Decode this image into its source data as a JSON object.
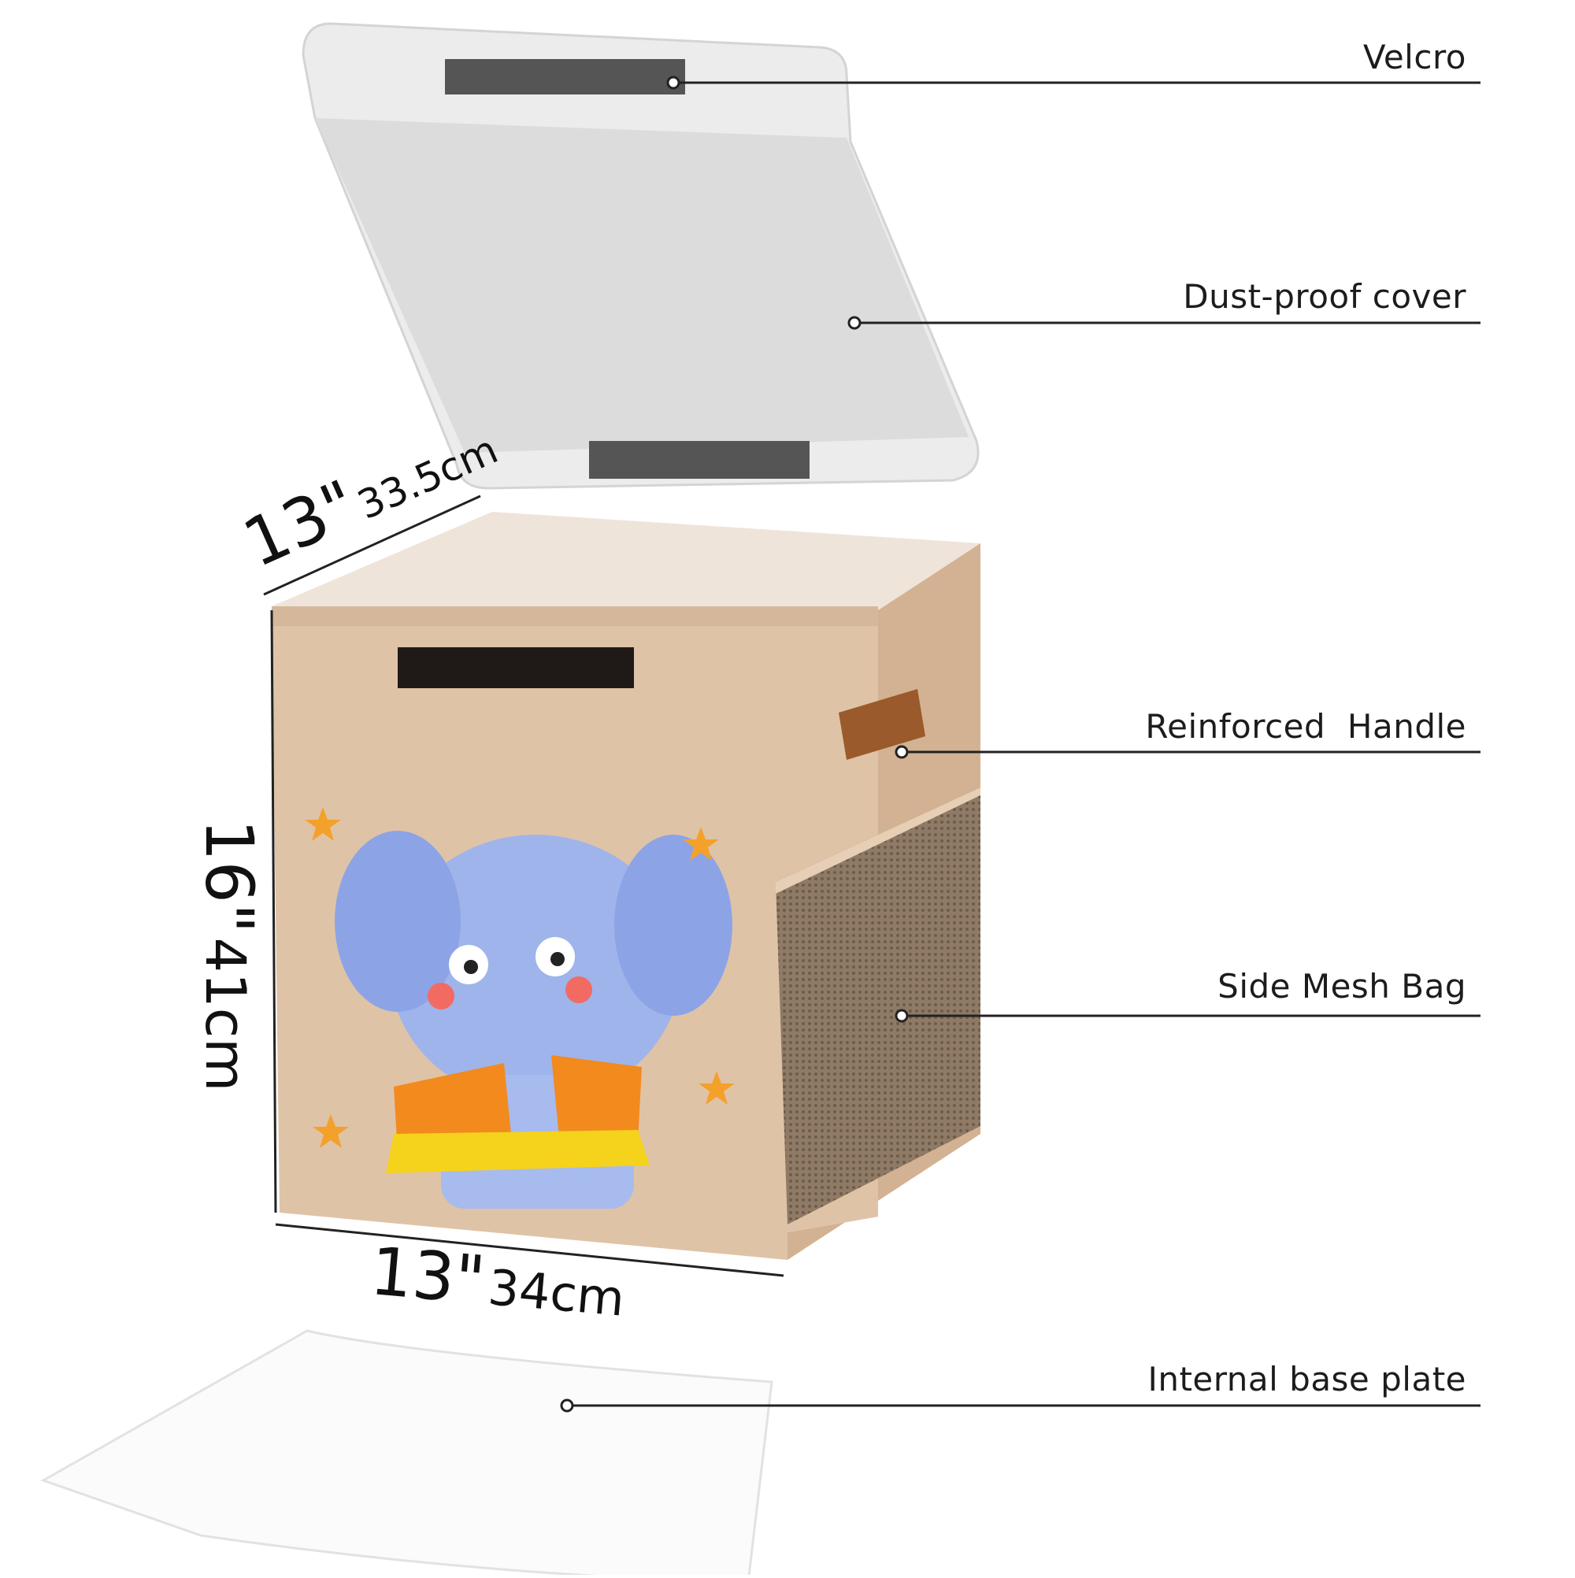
{
  "callouts": [
    {
      "id": "velcro",
      "label": "Velcro"
    },
    {
      "id": "cover",
      "label": "Dust-proof cover"
    },
    {
      "id": "handle",
      "label": "Reinforced  Handle"
    },
    {
      "id": "mesh",
      "label": "Side Mesh Bag"
    },
    {
      "id": "base",
      "label": "Internal base plate"
    }
  ],
  "dimensions": {
    "depth": {
      "inch": "13\"",
      "cm": "33.5cm"
    },
    "height": {
      "inch": "16\"",
      "cm": "41cm"
    },
    "width": {
      "inch": "13\"",
      "cm": "34cm"
    }
  },
  "colors": {
    "box_tan": "#dfc3a7",
    "box_shadow": "#cdae90",
    "cover_gray": "#e8e8e8",
    "elephant_blue": "#9fb4ea",
    "line": "#222222"
  },
  "icons": [
    "elephant-illustration",
    "leather-handle-icon",
    "velcro-strip-icon",
    "mesh-pocket-icon",
    "star-icon"
  ]
}
